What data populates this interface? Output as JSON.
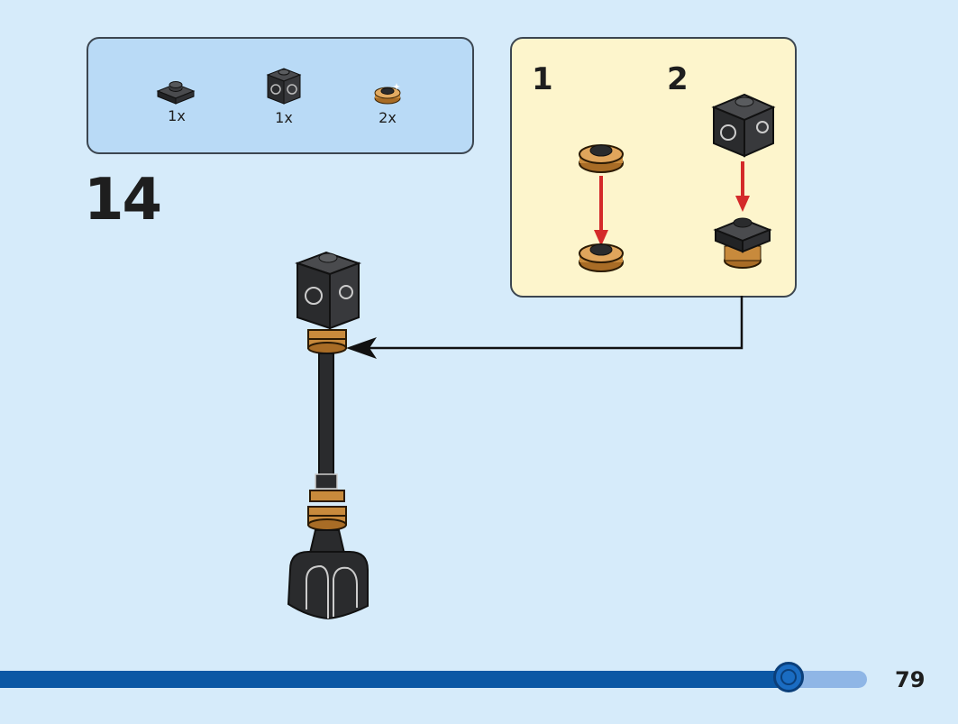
{
  "parts_list": {
    "items": [
      {
        "part": "dark-grey-plate-1x1",
        "qty": "1x"
      },
      {
        "part": "dark-grey-brick-1x1-studs-on-sides",
        "qty": "1x"
      },
      {
        "part": "pearl-gold-round-plate-1x1",
        "qty": "2x"
      }
    ]
  },
  "step": {
    "number": "14"
  },
  "sub_assembly": {
    "steps": [
      {
        "number": "1"
      },
      {
        "number": "2"
      }
    ]
  },
  "colors": {
    "background": "#d6ebfa",
    "parts_box": "#b9daf6",
    "sub_box": "#fdf5cc",
    "arrow": "#d42a2a",
    "progress_fill": "#0b58a5",
    "progress_track": "#8fb6e6",
    "brick_dark": "#2e2f31",
    "gold": "#c88a3c"
  },
  "progress": {
    "fraction": 0.91
  },
  "page": {
    "number": "79"
  }
}
